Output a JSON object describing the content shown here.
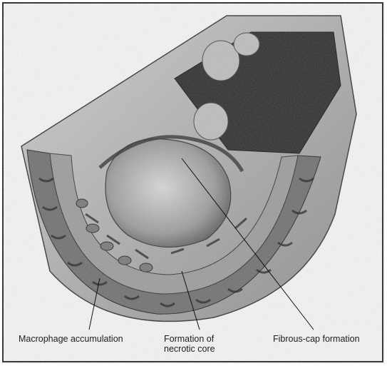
{
  "figure": {
    "labels": {
      "macrophage": "Macrophage accumulation",
      "necrotic_line1": "Formation of",
      "necrotic_line2": "necrotic core",
      "fibrous": "Fibrous-cap formation"
    }
  }
}
